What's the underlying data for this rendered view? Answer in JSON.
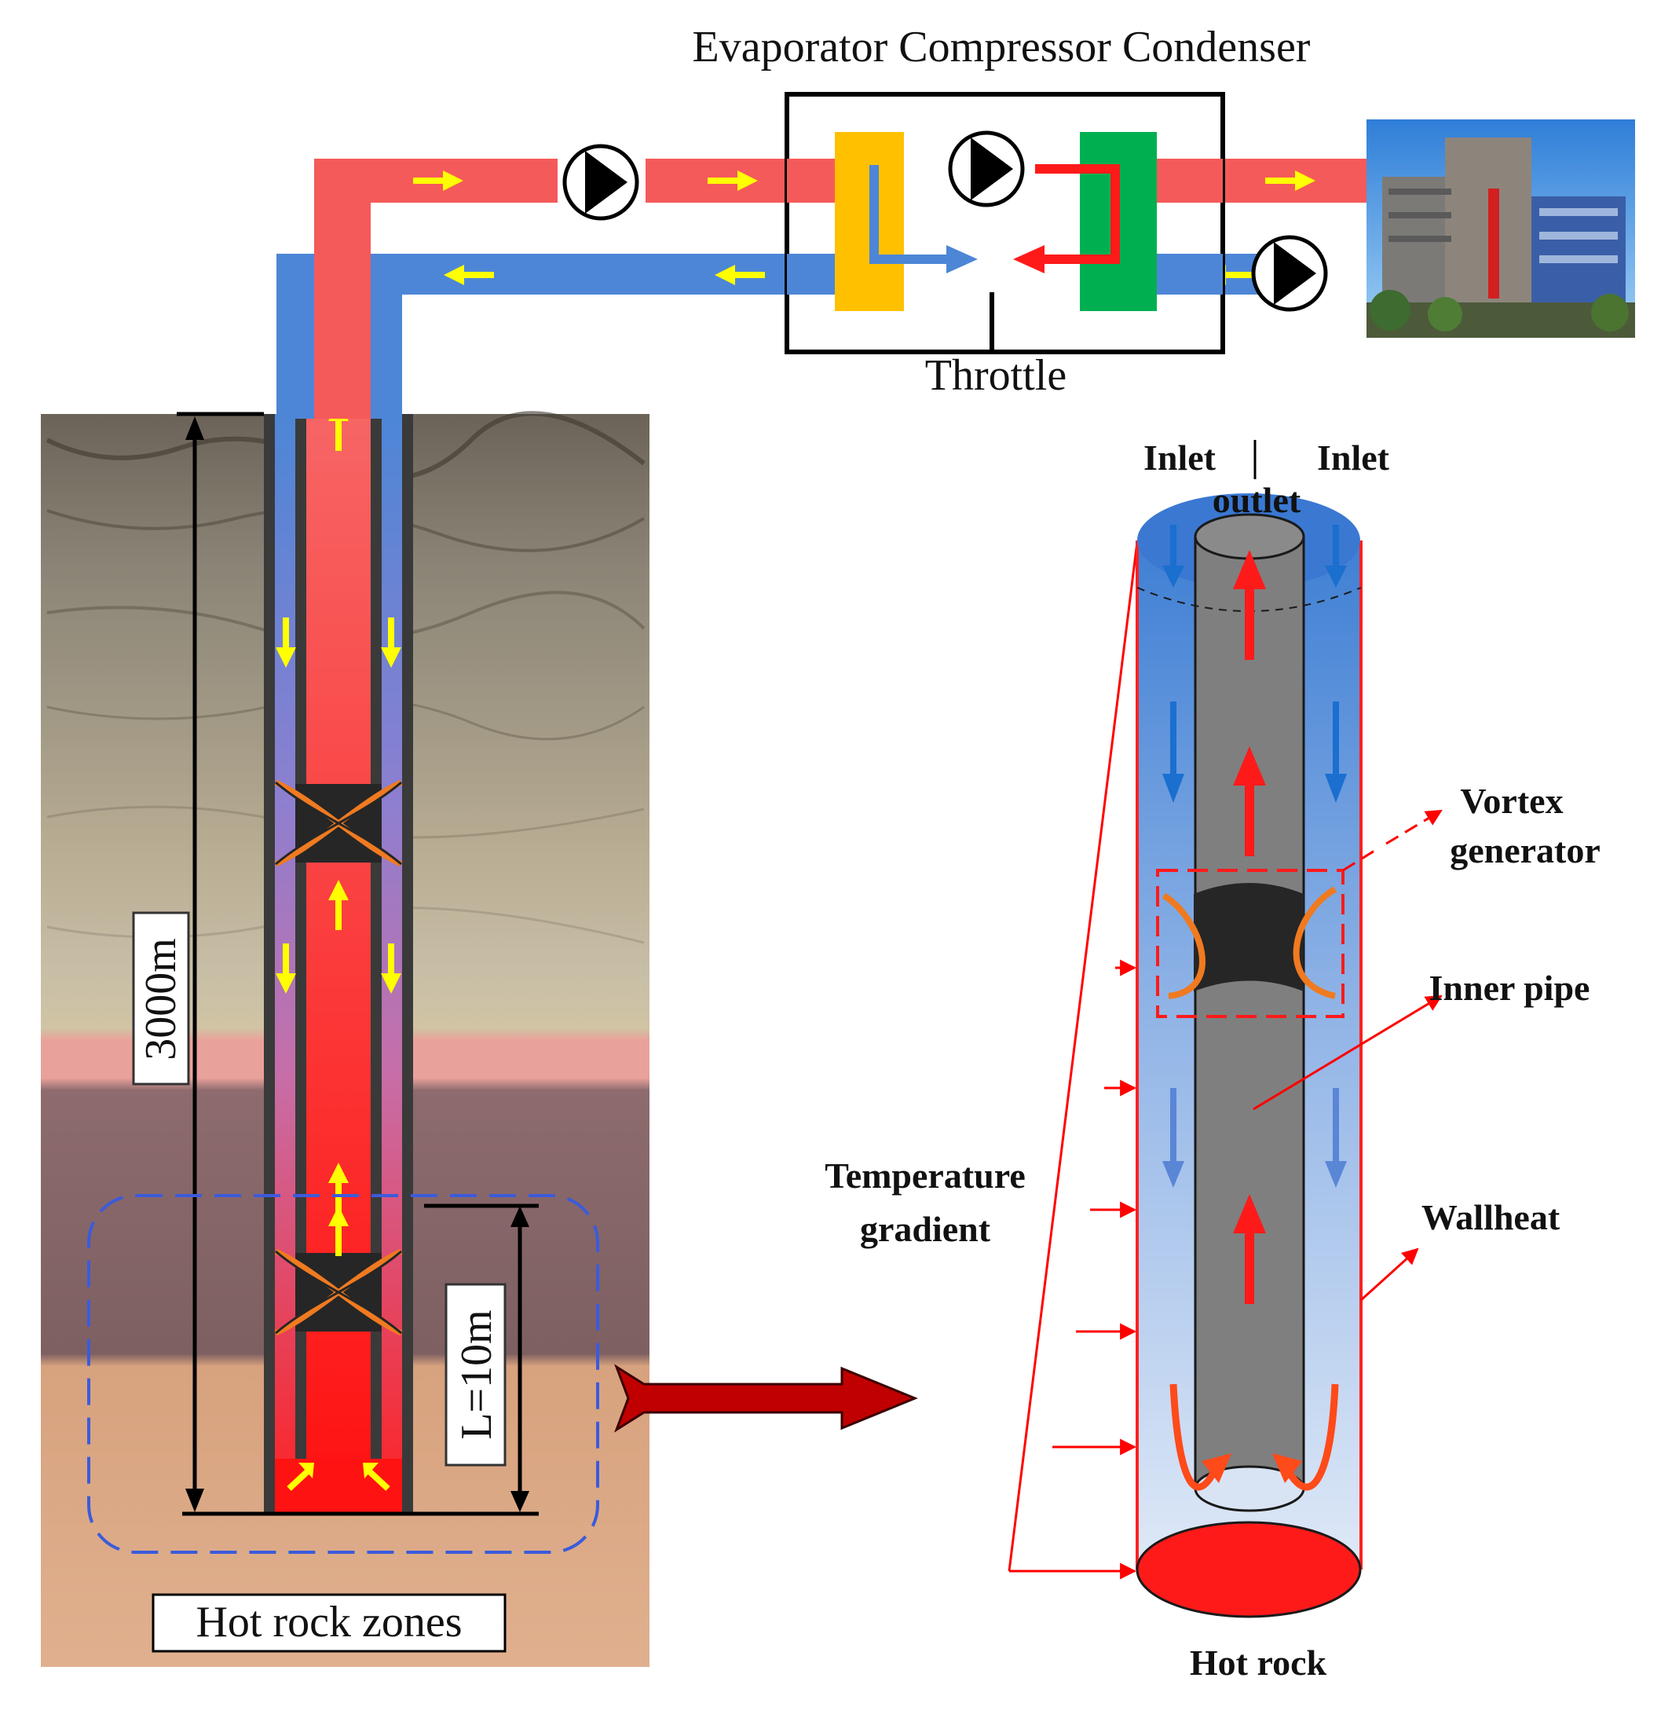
{
  "labels": {
    "hp_components": "Evaporator Compressor Condenser",
    "throttle": "Throttle",
    "depth": "3000m",
    "section_length": "L=10m",
    "hot_rock_zones": "Hot rock zones",
    "inlet_left": "Inlet",
    "inlet_right": "Inlet",
    "outlet": "outlet",
    "vortex_line1": "Vortex",
    "vortex_line2": "generator",
    "inner_pipe": "Inner pipe",
    "temp_line1": "Temperature",
    "temp_line2": "gradient",
    "wallheat": "Wallheat",
    "hot_rock": "Hot rock"
  },
  "colors": {
    "hot_flow": "#f55a5a",
    "cold_flow": "#4d86d6",
    "evaporator": "#ffc000",
    "condenser": "#00b050",
    "flow_arrow": "#ffff00",
    "section_outline": "#3b5bdb",
    "hot_rock_fill": "#ff1a1a",
    "casing": "#3a3a3a"
  },
  "icons": [
    "pump-icon",
    "building-photo",
    "vortex-generator-icon",
    "block-arrow-icon"
  ]
}
